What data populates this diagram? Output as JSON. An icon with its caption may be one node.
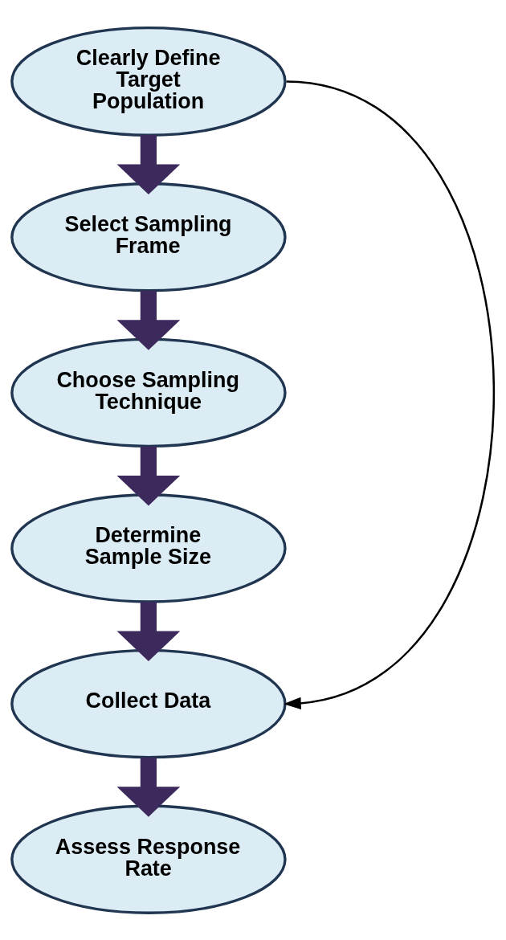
{
  "diagram": {
    "nodes": [
      {
        "text": [
          "Clearly Define Target Population"
        ]
      },
      {
        "text": [
          "Select Sampling Frame"
        ]
      },
      {
        "text": [
          "Choose Sampling Technique"
        ]
      },
      {
        "text": [
          "Determine Sample Size"
        ]
      },
      {
        "text": [
          "Collect Data"
        ]
      },
      {
        "text": [
          "Assess Response Rate"
        ]
      }
    ],
    "edges": [
      {
        "from": 0,
        "to": 1,
        "arrow": "to"
      },
      {
        "from": 1,
        "to": 2,
        "arrow": "to"
      },
      {
        "from": 2,
        "to": 3,
        "arrow": "to"
      },
      {
        "from": 3,
        "to": 4,
        "arrow": "to"
      },
      {
        "from": 4,
        "to": 5,
        "arrow": "to"
      },
      {
        "from": 0,
        "to": 4,
        "arrow": "to",
        "color": "#000000"
      }
    ]
  }
}
